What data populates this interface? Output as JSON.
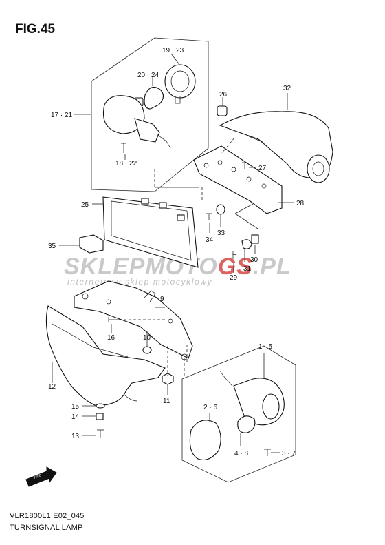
{
  "figure": {
    "title": "FIG.45",
    "code": "VLR1800L1 E02_045",
    "name": "TURNSIGNAL LAMP"
  },
  "watermark": {
    "brand_part1": "SKLEPMOTO",
    "brand_part2": "GS",
    "brand_part3": ".PL",
    "tagline": "internetowy sklep motocyklowy",
    "color_gray": "#bdbdbd",
    "color_red": "#d9534f"
  },
  "callouts": [
    {
      "id": "c19-23",
      "text": "19 · 23"
    },
    {
      "id": "c20-24",
      "text": "20 · 24"
    },
    {
      "id": "c17-21",
      "text": "17 · 21"
    },
    {
      "id": "c18-22",
      "text": "18 · 22"
    },
    {
      "id": "c26",
      "text": "26"
    },
    {
      "id": "c32",
      "text": "32"
    },
    {
      "id": "c27",
      "text": "27"
    },
    {
      "id": "c25",
      "text": "25"
    },
    {
      "id": "c28",
      "text": "28"
    },
    {
      "id": "c33",
      "text": "33"
    },
    {
      "id": "c34",
      "text": "34"
    },
    {
      "id": "c35",
      "text": "35"
    },
    {
      "id": "c30",
      "text": "30"
    },
    {
      "id": "c31",
      "text": "31"
    },
    {
      "id": "c29",
      "text": "29"
    },
    {
      "id": "c9",
      "text": "9"
    },
    {
      "id": "c16",
      "text": "16"
    },
    {
      "id": "c10",
      "text": "10"
    },
    {
      "id": "c12",
      "text": "12"
    },
    {
      "id": "c11",
      "text": "11"
    },
    {
      "id": "c1-5",
      "text": "1 · 5"
    },
    {
      "id": "c2-6",
      "text": "2 · 6"
    },
    {
      "id": "c4-8",
      "text": "4 · 8"
    },
    {
      "id": "c3-7",
      "text": "3 · 7"
    },
    {
      "id": "c15",
      "text": "15"
    },
    {
      "id": "c14",
      "text": "14"
    },
    {
      "id": "c13",
      "text": "13"
    }
  ],
  "icons": {
    "front_arrow": "fwd-arrow-icon"
  }
}
